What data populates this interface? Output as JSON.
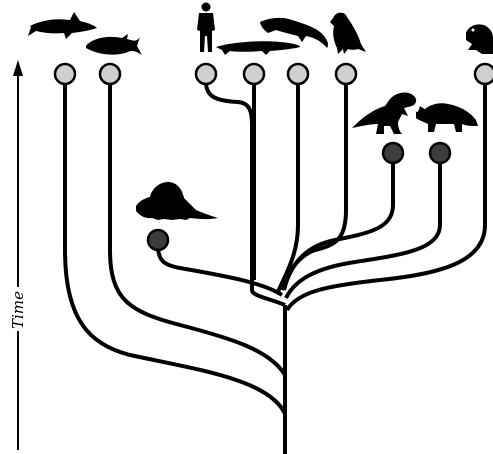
{
  "axis": {
    "label": "Time"
  },
  "taxa": [
    {
      "id": "shark",
      "icon": "shark-icon",
      "status": "extant"
    },
    {
      "id": "tuna",
      "icon": "tuna-fish-icon",
      "status": "extant"
    },
    {
      "id": "human",
      "icon": "human-icon",
      "status": "extant"
    },
    {
      "id": "lizard",
      "icon": "lizard-icon",
      "status": "extant"
    },
    {
      "id": "crocodile",
      "icon": "crocodile-icon",
      "status": "extant"
    },
    {
      "id": "bird",
      "icon": "bird-icon",
      "status": "extant"
    },
    {
      "id": "frog",
      "icon": "frog-icon",
      "status": "extant"
    },
    {
      "id": "dimetrodon",
      "icon": "dimetrodon-icon",
      "status": "extinct"
    },
    {
      "id": "tyrannosaurus",
      "icon": "tyrannosaurus-icon",
      "status": "extinct"
    },
    {
      "id": "triceratops",
      "icon": "triceratops-icon",
      "status": "extinct"
    }
  ]
}
